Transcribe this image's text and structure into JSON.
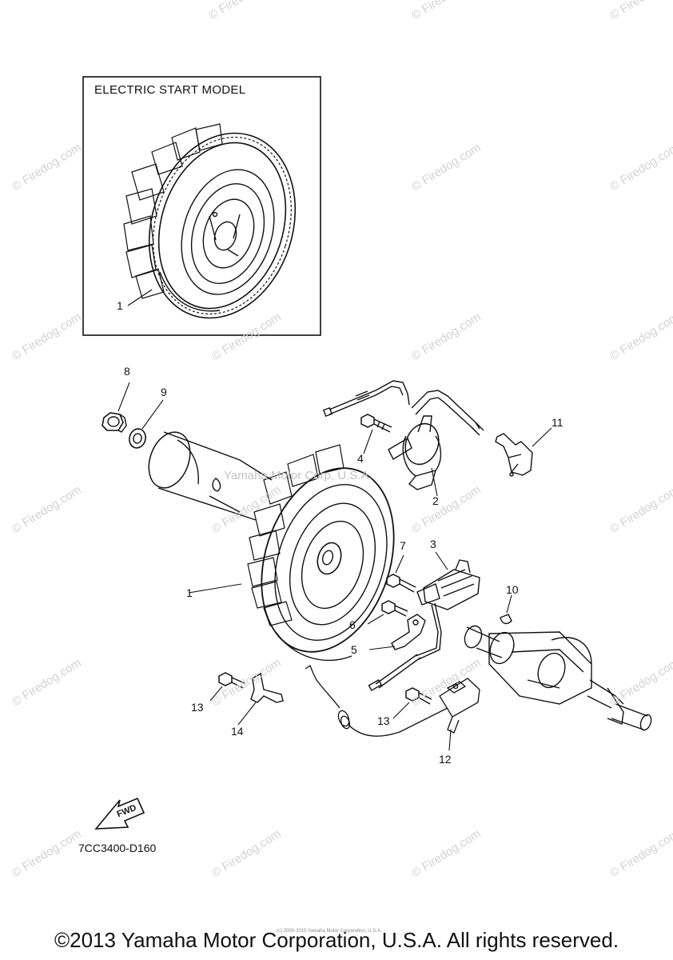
{
  "inset": {
    "title": "ELECTRIC START MODEL",
    "part_label": "1"
  },
  "callouts": [
    "8",
    "9",
    "11",
    "4",
    "2",
    "1",
    "7",
    "3",
    "10",
    "6",
    "5",
    "13",
    "14",
    "13",
    "12"
  ],
  "fwd_label": "FWD",
  "diagram_code": "7CC3400-D160",
  "watermark_text": "© Firedog.com",
  "overlay_text": "Yamaha Motor Corp, U.S.A.",
  "fineprint": "(c) 2000-2015 Yamaha Motor Corporation, U.S.A.",
  "copyright": "©2013 Yamaha Motor Corporation, U.S.A. All rights reserved."
}
